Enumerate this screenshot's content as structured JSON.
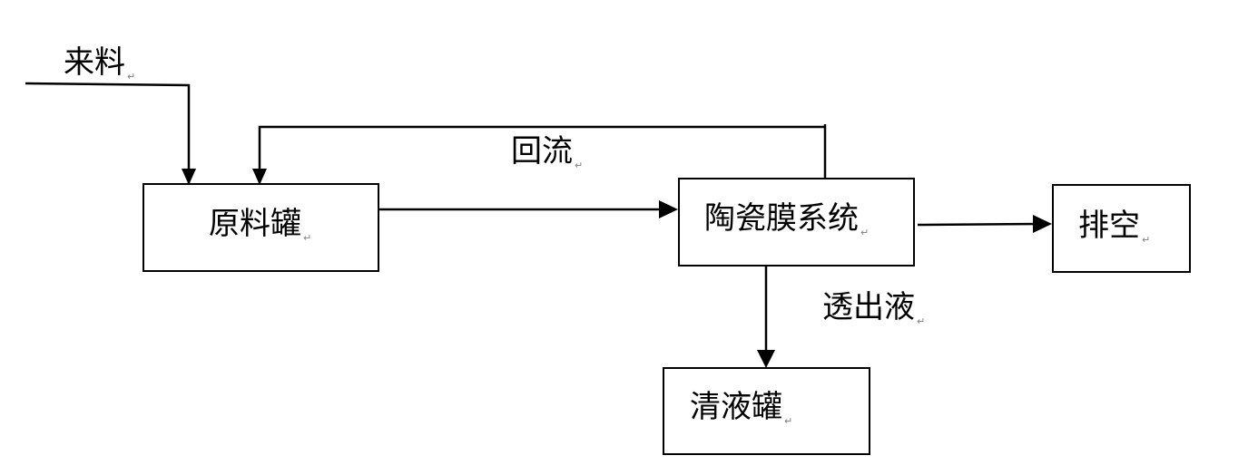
{
  "diagram": {
    "feed_label": "来料",
    "reflux_label": "回流",
    "permeate_label": "透出液",
    "nodes": {
      "raw_tank": "原料罐",
      "membrane": "陶瓷膜系统",
      "drain": "排空",
      "clear_tank": "清液罐"
    },
    "paragraph_mark": "↵"
  }
}
